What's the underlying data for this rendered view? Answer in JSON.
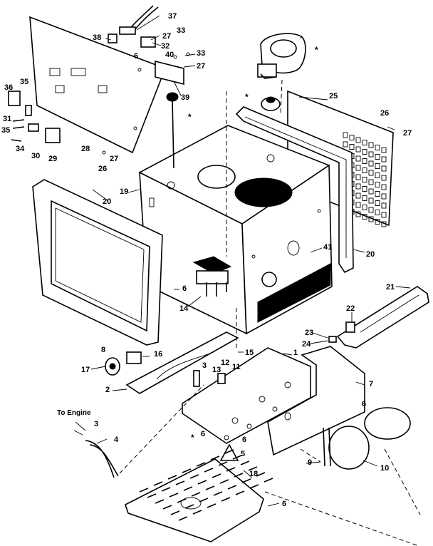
{
  "diagram": {
    "labels": {
      "l37": "37",
      "l38": "38",
      "l27a": "27",
      "l33a": "33",
      "l32": "32",
      "l6a": "6",
      "l40": "40",
      "l33b": "33",
      "l27b": "27",
      "l39": "39",
      "l36a": "36",
      "l35a": "35",
      "l31": "31",
      "l35b": "35",
      "l34": "34",
      "l30": "30",
      "l29": "29",
      "l28": "28",
      "l26a": "26",
      "l27c": "27",
      "l25": "25",
      "l26b": "26",
      "l27d": "27",
      "l19": "19",
      "l20a": "20",
      "l20b": "20",
      "l41": "41",
      "l6b": "6",
      "l14": "14",
      "l21": "21",
      "l22": "22",
      "l23": "23",
      "l24": "24",
      "l8": "8",
      "l16": "16",
      "l15": "15",
      "l1": "1",
      "l17": "17",
      "l2": "2",
      "l3a": "3",
      "l12": "12",
      "l13": "13",
      "l11": "11",
      "l7": "7",
      "l6c": "6",
      "l6d": "6",
      "l6e": "6",
      "l5": "5",
      "l9": "9",
      "l10": "10",
      "l3b": "3",
      "l4": "4",
      "l18": "18",
      "l6f": "6",
      "to_engine": "To Engine"
    },
    "star_glyph": "*"
  }
}
